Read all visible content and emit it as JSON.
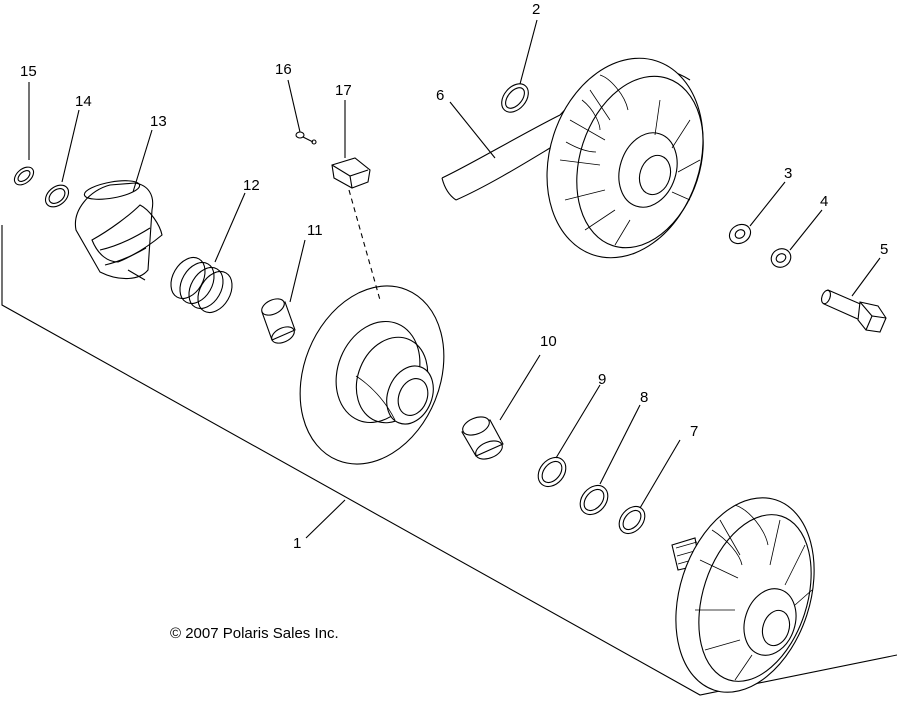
{
  "labels": {
    "p1": "1",
    "p2": "2",
    "p3": "3",
    "p4": "4",
    "p5": "5",
    "p6": "6",
    "p7": "7",
    "p8": "8",
    "p9": "9",
    "p10": "10",
    "p11": "11",
    "p12": "12",
    "p13": "13",
    "p14": "14",
    "p15": "15",
    "p16": "16",
    "p17": "17"
  },
  "copyright": "© 2007 Polaris Sales Inc."
}
